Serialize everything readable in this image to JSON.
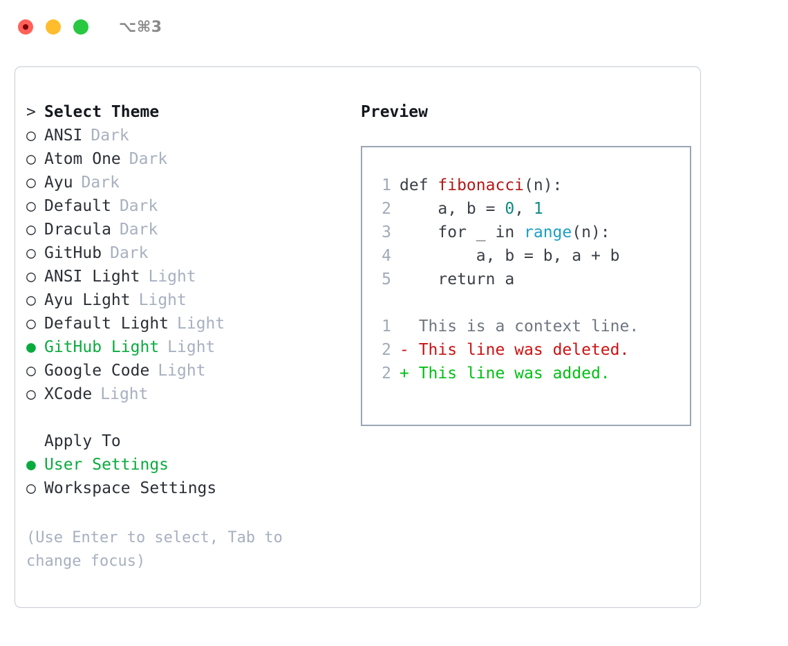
{
  "titlebar": {
    "shortcut": "⌥⌘3",
    "buttons": [
      {
        "name": "close",
        "color": "#ff6059"
      },
      {
        "name": "minimize",
        "color": "#ffbd2e"
      },
      {
        "name": "maximize",
        "color": "#28c840"
      }
    ]
  },
  "colors": {
    "accent_green": "#0aab3e",
    "tag_gray": "#a7b0bf",
    "text_dark": "#2b2f36",
    "border_dialog": "#c6cbd4",
    "border_preview": "#9aa5b5",
    "diff_add": "#00c014",
    "diff_del": "#cc1212",
    "lineno": "#a0aab8"
  },
  "theme_list": {
    "header": {
      "marker": ">",
      "label": "Select Theme"
    },
    "marker_selected": "●",
    "marker_unselected": "○",
    "items": [
      {
        "label": "ANSI",
        "tag": "Dark",
        "selected": false
      },
      {
        "label": "Atom One",
        "tag": "Dark",
        "selected": false
      },
      {
        "label": "Ayu",
        "tag": "Dark",
        "selected": false
      },
      {
        "label": "Default",
        "tag": "Dark",
        "selected": false
      },
      {
        "label": "Dracula",
        "tag": "Dark",
        "selected": false
      },
      {
        "label": "GitHub",
        "tag": "Dark",
        "selected": false
      },
      {
        "label": "ANSI Light",
        "tag": "Light",
        "selected": false
      },
      {
        "label": "Ayu Light",
        "tag": "Light",
        "selected": false
      },
      {
        "label": "Default Light",
        "tag": "Light",
        "selected": false
      },
      {
        "label": "GitHub Light",
        "tag": "Light",
        "selected": true
      },
      {
        "label": "Google Code",
        "tag": "Light",
        "selected": false
      },
      {
        "label": "XCode",
        "tag": "Light",
        "selected": false
      }
    ]
  },
  "apply_to": {
    "header": "Apply To",
    "items": [
      {
        "label": "User Settings",
        "selected": true
      },
      {
        "label": "Workspace Settings",
        "selected": false
      }
    ]
  },
  "hint": "(Use Enter to select, Tab to change focus)",
  "preview": {
    "title": "Preview",
    "code_lines": [
      {
        "no": "1",
        "tokens": [
          {
            "t": "def ",
            "c": "plain"
          },
          {
            "t": "fibonacci",
            "c": "fn"
          },
          {
            "t": "(n):",
            "c": "plain"
          }
        ]
      },
      {
        "no": "2",
        "tokens": [
          {
            "t": "    a, b = ",
            "c": "plain"
          },
          {
            "t": "0",
            "c": "num"
          },
          {
            "t": ", ",
            "c": "plain"
          },
          {
            "t": "1",
            "c": "num"
          }
        ]
      },
      {
        "no": "3",
        "tokens": [
          {
            "t": "    for _ in ",
            "c": "plain"
          },
          {
            "t": "range",
            "c": "call"
          },
          {
            "t": "(n):",
            "c": "plain"
          }
        ]
      },
      {
        "no": "4",
        "tokens": [
          {
            "t": "        a, b = b, a + b",
            "c": "plain"
          }
        ]
      },
      {
        "no": "5",
        "tokens": [
          {
            "t": "    return a",
            "c": "plain"
          }
        ]
      }
    ],
    "diff_lines": [
      {
        "no": "1",
        "sign": " ",
        "text": " This is a context line.",
        "kind": "ctx"
      },
      {
        "no": "2",
        "sign": "-",
        "text": " This line was deleted.",
        "kind": "del"
      },
      {
        "no": "2",
        "sign": "+",
        "text": " This line was added.",
        "kind": "add"
      }
    ]
  }
}
